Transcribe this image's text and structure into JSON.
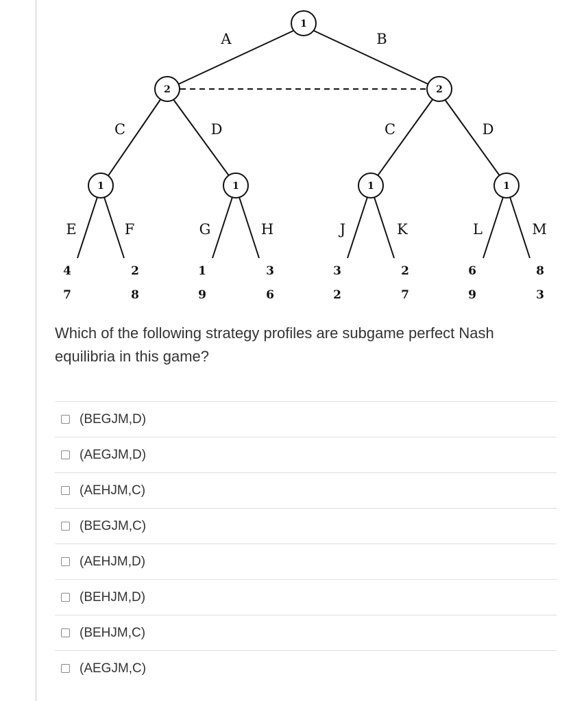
{
  "question": {
    "text": "Which of the following strategy profiles are subgame perfect Nash equilibria in this game?"
  },
  "tree": {
    "player_one": "1",
    "player_two": "2",
    "edges": {
      "A": "A",
      "B": "B",
      "C_left": "C",
      "D_left": "D",
      "C_right": "C",
      "D_right": "D",
      "E": "E",
      "F": "F",
      "G": "G",
      "H": "H",
      "J": "J",
      "K": "K",
      "L": "L",
      "M": "M"
    },
    "payoffs": [
      {
        "p1": "4",
        "p2": "7"
      },
      {
        "p1": "2",
        "p2": "8"
      },
      {
        "p1": "1",
        "p2": "9"
      },
      {
        "p1": "3",
        "p2": "6"
      },
      {
        "p1": "3",
        "p2": "2"
      },
      {
        "p1": "2",
        "p2": "7"
      },
      {
        "p1": "6",
        "p2": "9"
      },
      {
        "p1": "8",
        "p2": "3"
      }
    ]
  },
  "options": [
    {
      "label": "(BEGJM,D)",
      "checked": false
    },
    {
      "label": "(AEGJM,D)",
      "checked": false
    },
    {
      "label": "(AEHJM,C)",
      "checked": false
    },
    {
      "label": "(BEGJM,C)",
      "checked": false
    },
    {
      "label": "(AEHJM,D)",
      "checked": false
    },
    {
      "label": "(BEHJM,D)",
      "checked": false
    },
    {
      "label": "(BEHJM,C)",
      "checked": false
    },
    {
      "label": "(AEGJM,C)",
      "checked": false
    }
  ],
  "colors": {
    "text": "#333333",
    "tree_ink": "#111111",
    "divider": "#dedede",
    "left_rule": "#c9c9c9",
    "checkbox_border": "#8a8a8a"
  }
}
